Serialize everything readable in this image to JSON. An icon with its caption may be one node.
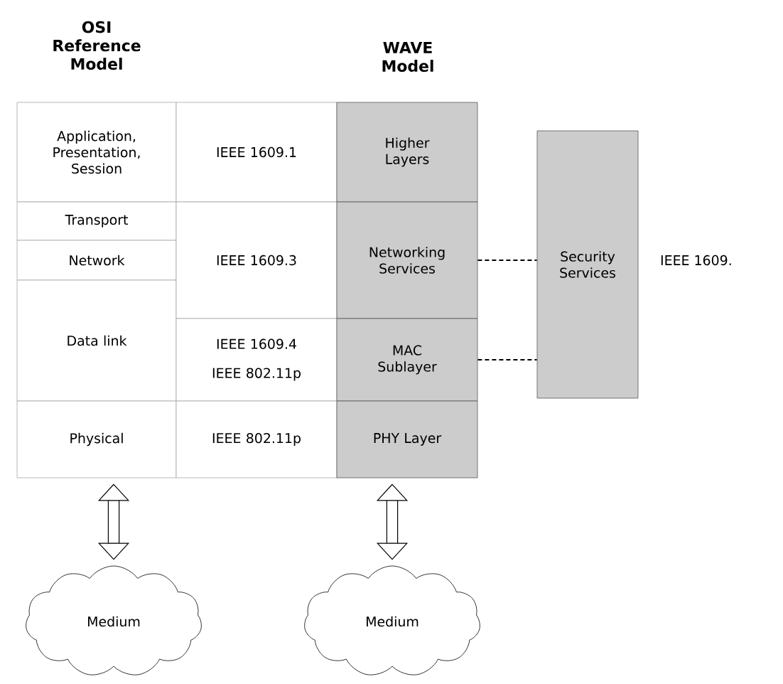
{
  "diagram": {
    "nodes": [
      {
        "text": [
          "Application, Presentation, Session"
        ]
      },
      {
        "text": [
          "Transport"
        ]
      },
      {
        "text": [
          "Network"
        ]
      },
      {
        "text": [
          "Data link"
        ]
      },
      {
        "text": [
          "Physical"
        ]
      },
      {
        "text": [
          "IEEE 1609.1"
        ]
      },
      {
        "text": [
          "IEEE 1609.3"
        ]
      },
      {
        "text": [
          "IEEE 1609.4",
          "IEEE 802.11p"
        ]
      },
      {
        "text": [
          "IEEE 802.11p"
        ]
      },
      {
        "text": [
          "Higher Layers"
        ]
      },
      {
        "text": [
          "Networking Services"
        ]
      },
      {
        "text": [
          "MAC Sublayer"
        ]
      },
      {
        "text": [
          "PHY Layer"
        ]
      },
      {
        "text": [
          "Security Services"
        ],
        "beside": [
          "IEEE 1609."
        ]
      },
      {
        "text": [
          "Medium"
        ]
      },
      {
        "text": [
          "Medium"
        ]
      }
    ],
    "edges": [
      {
        "from": 10,
        "to": 13,
        "arrow": "none",
        "style": "dashed"
      },
      {
        "from": 11,
        "to": 13,
        "arrow": "none",
        "style": "dashed"
      },
      {
        "from": 4,
        "to": 14,
        "arrow": "both",
        "style": "thick"
      },
      {
        "from": 12,
        "to": 15,
        "arrow": "both",
        "style": "thick"
      }
    ],
    "labels": [
      "OSI Reference Model",
      "WAVE Model"
    ]
  }
}
